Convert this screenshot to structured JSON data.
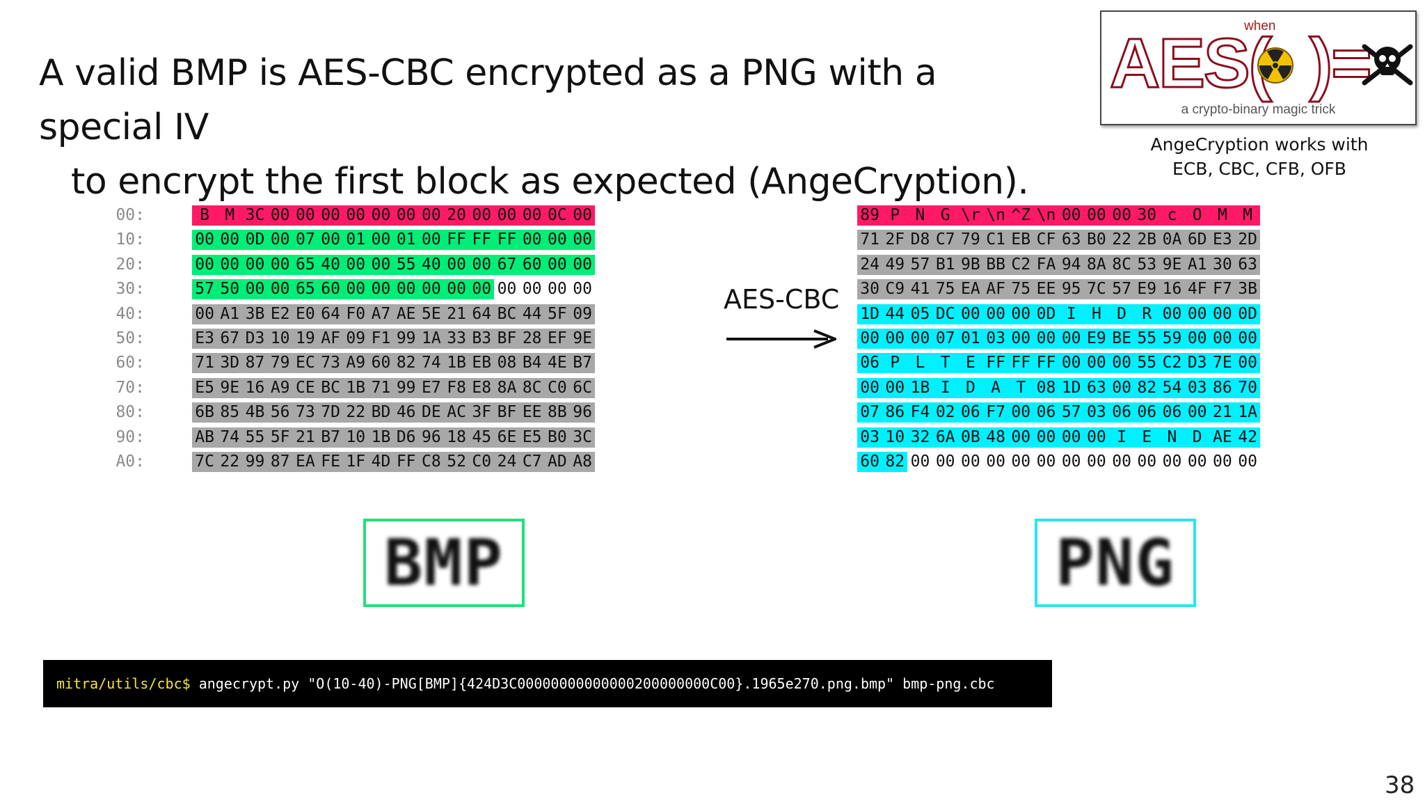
{
  "slide": {
    "title_line1": "A valid BMP is AES-CBC encrypted as a PNG with a special IV",
    "title_line2": "to encrypt the first block as expected (AngeCryption).",
    "page_number": "38"
  },
  "logo": {
    "top_word": "when",
    "word": "AES(",
    "word_end": ")=",
    "subtitle": "a crypto-binary magic trick",
    "icons": [
      "radiation-trefoil-icon",
      "skull-crossbones-icon"
    ]
  },
  "logo_caption": {
    "line1": "AngeCryption works with",
    "line2": "ECB, CBC, CFB, OFB"
  },
  "arrow_label": "AES-CBC",
  "colors": {
    "header_magic": "#ff1966",
    "bmp_header": "#00ee77",
    "encrypted": "#a8a8a8",
    "png_chunks": "#00f0ff"
  },
  "bmp_hex": {
    "offsets": [
      "00:",
      "10:",
      "20:",
      "30:",
      "40:",
      "50:",
      "60:",
      "70:",
      "80:",
      "90:",
      "A0:"
    ],
    "rows": [
      [
        [
          "B",
          "r"
        ],
        [
          "M",
          "r"
        ],
        [
          "3C",
          "r"
        ],
        [
          "00",
          "r"
        ],
        [
          "00",
          "r"
        ],
        [
          "00",
          "r"
        ],
        [
          "00",
          "r"
        ],
        [
          "00",
          "r"
        ],
        [
          "00",
          "r"
        ],
        [
          "00",
          "r"
        ],
        [
          "20",
          "r"
        ],
        [
          "00",
          "r"
        ],
        [
          "00",
          "r"
        ],
        [
          "00",
          "r"
        ],
        [
          "0C",
          "r"
        ],
        [
          "00",
          "r"
        ]
      ],
      [
        [
          "00",
          "g"
        ],
        [
          "00",
          "g"
        ],
        [
          "0D",
          "g"
        ],
        [
          "00",
          "g"
        ],
        [
          "07",
          "g"
        ],
        [
          "00",
          "g"
        ],
        [
          "01",
          "g"
        ],
        [
          "00",
          "g"
        ],
        [
          "01",
          "g"
        ],
        [
          "00",
          "g"
        ],
        [
          "FF",
          "g"
        ],
        [
          "FF",
          "g"
        ],
        [
          "FF",
          "g"
        ],
        [
          "00",
          "g"
        ],
        [
          "00",
          "g"
        ],
        [
          "00",
          "g"
        ]
      ],
      [
        [
          "00",
          "g"
        ],
        [
          "00",
          "g"
        ],
        [
          "00",
          "g"
        ],
        [
          "00",
          "g"
        ],
        [
          "65",
          "g"
        ],
        [
          "40",
          "g"
        ],
        [
          "00",
          "g"
        ],
        [
          "00",
          "g"
        ],
        [
          "55",
          "g"
        ],
        [
          "40",
          "g"
        ],
        [
          "00",
          "g"
        ],
        [
          "00",
          "g"
        ],
        [
          "67",
          "g"
        ],
        [
          "60",
          "g"
        ],
        [
          "00",
          "g"
        ],
        [
          "00",
          "g"
        ]
      ],
      [
        [
          "57",
          "g"
        ],
        [
          "50",
          "g"
        ],
        [
          "00",
          "g"
        ],
        [
          "00",
          "g"
        ],
        [
          "65",
          "g"
        ],
        [
          "60",
          "g"
        ],
        [
          "00",
          "g"
        ],
        [
          "00",
          "g"
        ],
        [
          "00",
          "g"
        ],
        [
          "00",
          "g"
        ],
        [
          "00",
          "g"
        ],
        [
          "00",
          "g"
        ],
        [
          "00",
          "n"
        ],
        [
          "00",
          "n"
        ],
        [
          "00",
          "n"
        ],
        [
          "00",
          "n"
        ]
      ],
      [
        [
          "00",
          "k"
        ],
        [
          "A1",
          "k"
        ],
        [
          "3B",
          "k"
        ],
        [
          "E2",
          "k"
        ],
        [
          "E0",
          "k"
        ],
        [
          "64",
          "k"
        ],
        [
          "F0",
          "k"
        ],
        [
          "A7",
          "k"
        ],
        [
          "AE",
          "k"
        ],
        [
          "5E",
          "k"
        ],
        [
          "21",
          "k"
        ],
        [
          "64",
          "k"
        ],
        [
          "BC",
          "k"
        ],
        [
          "44",
          "k"
        ],
        [
          "5F",
          "k"
        ],
        [
          "09",
          "k"
        ]
      ],
      [
        [
          "E3",
          "k"
        ],
        [
          "67",
          "k"
        ],
        [
          "D3",
          "k"
        ],
        [
          "10",
          "k"
        ],
        [
          "19",
          "k"
        ],
        [
          "AF",
          "k"
        ],
        [
          "09",
          "k"
        ],
        [
          "F1",
          "k"
        ],
        [
          "99",
          "k"
        ],
        [
          "1A",
          "k"
        ],
        [
          "33",
          "k"
        ],
        [
          "B3",
          "k"
        ],
        [
          "BF",
          "k"
        ],
        [
          "28",
          "k"
        ],
        [
          "EF",
          "k"
        ],
        [
          "9E",
          "k"
        ]
      ],
      [
        [
          "71",
          "k"
        ],
        [
          "3D",
          "k"
        ],
        [
          "87",
          "k"
        ],
        [
          "79",
          "k"
        ],
        [
          "EC",
          "k"
        ],
        [
          "73",
          "k"
        ],
        [
          "A9",
          "k"
        ],
        [
          "60",
          "k"
        ],
        [
          "82",
          "k"
        ],
        [
          "74",
          "k"
        ],
        [
          "1B",
          "k"
        ],
        [
          "EB",
          "k"
        ],
        [
          "08",
          "k"
        ],
        [
          "B4",
          "k"
        ],
        [
          "4E",
          "k"
        ],
        [
          "B7",
          "k"
        ]
      ],
      [
        [
          "E5",
          "k"
        ],
        [
          "9E",
          "k"
        ],
        [
          "16",
          "k"
        ],
        [
          "A9",
          "k"
        ],
        [
          "CE",
          "k"
        ],
        [
          "BC",
          "k"
        ],
        [
          "1B",
          "k"
        ],
        [
          "71",
          "k"
        ],
        [
          "99",
          "k"
        ],
        [
          "E7",
          "k"
        ],
        [
          "F8",
          "k"
        ],
        [
          "E8",
          "k"
        ],
        [
          "8A",
          "k"
        ],
        [
          "8C",
          "k"
        ],
        [
          "C0",
          "k"
        ],
        [
          "6C",
          "k"
        ]
      ],
      [
        [
          "6B",
          "k"
        ],
        [
          "85",
          "k"
        ],
        [
          "4B",
          "k"
        ],
        [
          "56",
          "k"
        ],
        [
          "73",
          "k"
        ],
        [
          "7D",
          "k"
        ],
        [
          "22",
          "k"
        ],
        [
          "BD",
          "k"
        ],
        [
          "46",
          "k"
        ],
        [
          "DE",
          "k"
        ],
        [
          "AC",
          "k"
        ],
        [
          "3F",
          "k"
        ],
        [
          "BF",
          "k"
        ],
        [
          "EE",
          "k"
        ],
        [
          "8B",
          "k"
        ],
        [
          "96",
          "k"
        ]
      ],
      [
        [
          "AB",
          "k"
        ],
        [
          "74",
          "k"
        ],
        [
          "55",
          "k"
        ],
        [
          "5F",
          "k"
        ],
        [
          "21",
          "k"
        ],
        [
          "B7",
          "k"
        ],
        [
          "10",
          "k"
        ],
        [
          "1B",
          "k"
        ],
        [
          "D6",
          "k"
        ],
        [
          "96",
          "k"
        ],
        [
          "18",
          "k"
        ],
        [
          "45",
          "k"
        ],
        [
          "6E",
          "k"
        ],
        [
          "E5",
          "k"
        ],
        [
          "B0",
          "k"
        ],
        [
          "3C",
          "k"
        ]
      ],
      [
        [
          "7C",
          "k"
        ],
        [
          "22",
          "k"
        ],
        [
          "99",
          "k"
        ],
        [
          "87",
          "k"
        ],
        [
          "EA",
          "k"
        ],
        [
          "FE",
          "k"
        ],
        [
          "1F",
          "k"
        ],
        [
          "4D",
          "k"
        ],
        [
          "FF",
          "k"
        ],
        [
          "C8",
          "k"
        ],
        [
          "52",
          "k"
        ],
        [
          "C0",
          "k"
        ],
        [
          "24",
          "k"
        ],
        [
          "C7",
          "k"
        ],
        [
          "AD",
          "k"
        ],
        [
          "A8",
          "k"
        ]
      ]
    ]
  },
  "png_hex": {
    "rows": [
      [
        [
          "89",
          "r"
        ],
        [
          "P",
          "r"
        ],
        [
          "N",
          "r"
        ],
        [
          "G",
          "r"
        ],
        [
          "\\r",
          "r"
        ],
        [
          "\\n",
          "r"
        ],
        [
          "^Z",
          "r"
        ],
        [
          "\\n",
          "r"
        ],
        [
          "00",
          "r"
        ],
        [
          "00",
          "r"
        ],
        [
          "00",
          "r"
        ],
        [
          "30",
          "r"
        ],
        [
          "c",
          "r"
        ],
        [
          "O",
          "r"
        ],
        [
          "M",
          "r"
        ],
        [
          "M",
          "r"
        ]
      ],
      [
        [
          "71",
          "k"
        ],
        [
          "2F",
          "k"
        ],
        [
          "D8",
          "k"
        ],
        [
          "C7",
          "k"
        ],
        [
          "79",
          "k"
        ],
        [
          "C1",
          "k"
        ],
        [
          "EB",
          "k"
        ],
        [
          "CF",
          "k"
        ],
        [
          "63",
          "k"
        ],
        [
          "B0",
          "k"
        ],
        [
          "22",
          "k"
        ],
        [
          "2B",
          "k"
        ],
        [
          "0A",
          "k"
        ],
        [
          "6D",
          "k"
        ],
        [
          "E3",
          "k"
        ],
        [
          "2D",
          "k"
        ]
      ],
      [
        [
          "24",
          "k"
        ],
        [
          "49",
          "k"
        ],
        [
          "57",
          "k"
        ],
        [
          "B1",
          "k"
        ],
        [
          "9B",
          "k"
        ],
        [
          "BB",
          "k"
        ],
        [
          "C2",
          "k"
        ],
        [
          "FA",
          "k"
        ],
        [
          "94",
          "k"
        ],
        [
          "8A",
          "k"
        ],
        [
          "8C",
          "k"
        ],
        [
          "53",
          "k"
        ],
        [
          "9E",
          "k"
        ],
        [
          "A1",
          "k"
        ],
        [
          "30",
          "k"
        ],
        [
          "63",
          "k"
        ]
      ],
      [
        [
          "30",
          "k"
        ],
        [
          "C9",
          "k"
        ],
        [
          "41",
          "k"
        ],
        [
          "75",
          "k"
        ],
        [
          "EA",
          "k"
        ],
        [
          "AF",
          "k"
        ],
        [
          "75",
          "k"
        ],
        [
          "EE",
          "k"
        ],
        [
          "95",
          "k"
        ],
        [
          "7C",
          "k"
        ],
        [
          "57",
          "k"
        ],
        [
          "E9",
          "k"
        ],
        [
          "16",
          "k"
        ],
        [
          "4F",
          "k"
        ],
        [
          "F7",
          "k"
        ],
        [
          "3B",
          "k"
        ]
      ],
      [
        [
          "1D",
          "c"
        ],
        [
          "44",
          "c"
        ],
        [
          "05",
          "c"
        ],
        [
          "DC",
          "c"
        ],
        [
          "00",
          "c"
        ],
        [
          "00",
          "c"
        ],
        [
          "00",
          "c"
        ],
        [
          "0D",
          "c"
        ],
        [
          "I",
          "c"
        ],
        [
          "H",
          "c"
        ],
        [
          "D",
          "c"
        ],
        [
          "R",
          "c"
        ],
        [
          "00",
          "c"
        ],
        [
          "00",
          "c"
        ],
        [
          "00",
          "c"
        ],
        [
          "0D",
          "c"
        ]
      ],
      [
        [
          "00",
          "c"
        ],
        [
          "00",
          "c"
        ],
        [
          "00",
          "c"
        ],
        [
          "07",
          "c"
        ],
        [
          "01",
          "c"
        ],
        [
          "03",
          "c"
        ],
        [
          "00",
          "c"
        ],
        [
          "00",
          "c"
        ],
        [
          "00",
          "c"
        ],
        [
          "E9",
          "c"
        ],
        [
          "BE",
          "c"
        ],
        [
          "55",
          "c"
        ],
        [
          "59",
          "c"
        ],
        [
          "00",
          "c"
        ],
        [
          "00",
          "c"
        ],
        [
          "00",
          "c"
        ]
      ],
      [
        [
          "06",
          "c"
        ],
        [
          "P",
          "c"
        ],
        [
          "L",
          "c"
        ],
        [
          "T",
          "c"
        ],
        [
          "E",
          "c"
        ],
        [
          "FF",
          "c"
        ],
        [
          "FF",
          "c"
        ],
        [
          "FF",
          "c"
        ],
        [
          "00",
          "c"
        ],
        [
          "00",
          "c"
        ],
        [
          "00",
          "c"
        ],
        [
          "55",
          "c"
        ],
        [
          "C2",
          "c"
        ],
        [
          "D3",
          "c"
        ],
        [
          "7E",
          "c"
        ],
        [
          "00",
          "c"
        ]
      ],
      [
        [
          "00",
          "c"
        ],
        [
          "00",
          "c"
        ],
        [
          "1B",
          "c"
        ],
        [
          "I",
          "c"
        ],
        [
          "D",
          "c"
        ],
        [
          "A",
          "c"
        ],
        [
          "T",
          "c"
        ],
        [
          "08",
          "c"
        ],
        [
          "1D",
          "c"
        ],
        [
          "63",
          "c"
        ],
        [
          "00",
          "c"
        ],
        [
          "82",
          "c"
        ],
        [
          "54",
          "c"
        ],
        [
          "03",
          "c"
        ],
        [
          "86",
          "c"
        ],
        [
          "70",
          "c"
        ]
      ],
      [
        [
          "07",
          "c"
        ],
        [
          "86",
          "c"
        ],
        [
          "F4",
          "c"
        ],
        [
          "02",
          "c"
        ],
        [
          "06",
          "c"
        ],
        [
          "F7",
          "c"
        ],
        [
          "00",
          "c"
        ],
        [
          "06",
          "c"
        ],
        [
          "57",
          "c"
        ],
        [
          "03",
          "c"
        ],
        [
          "06",
          "c"
        ],
        [
          "06",
          "c"
        ],
        [
          "06",
          "c"
        ],
        [
          "00",
          "c"
        ],
        [
          "21",
          "c"
        ],
        [
          "1A",
          "c"
        ]
      ],
      [
        [
          "03",
          "c"
        ],
        [
          "10",
          "c"
        ],
        [
          "32",
          "c"
        ],
        [
          "6A",
          "c"
        ],
        [
          "0B",
          "c"
        ],
        [
          "48",
          "c"
        ],
        [
          "00",
          "c"
        ],
        [
          "00",
          "c"
        ],
        [
          "00",
          "c"
        ],
        [
          "00",
          "c"
        ],
        [
          "I",
          "c"
        ],
        [
          "E",
          "c"
        ],
        [
          "N",
          "c"
        ],
        [
          "D",
          "c"
        ],
        [
          "AE",
          "c"
        ],
        [
          "42",
          "c"
        ]
      ],
      [
        [
          "60",
          "c"
        ],
        [
          "82",
          "c"
        ],
        [
          "00",
          "n"
        ],
        [
          "00",
          "n"
        ],
        [
          "00",
          "n"
        ],
        [
          "00",
          "n"
        ],
        [
          "00",
          "n"
        ],
        [
          "00",
          "n"
        ],
        [
          "00",
          "n"
        ],
        [
          "00",
          "n"
        ],
        [
          "00",
          "n"
        ],
        [
          "00",
          "n"
        ],
        [
          "00",
          "n"
        ],
        [
          "00",
          "n"
        ],
        [
          "00",
          "n"
        ],
        [
          "00",
          "n"
        ]
      ]
    ]
  },
  "thumbnails": {
    "bmp_label": "BMP",
    "png_label": "PNG"
  },
  "terminal": {
    "prompt": "mitra/utils/cbc$",
    "command": " angecrypt.py \"O(10-40)-PNG[BMP]{424D3C00000000000000200000000C00}.1965e270.png.bmp\" bmp-png.cbc"
  }
}
